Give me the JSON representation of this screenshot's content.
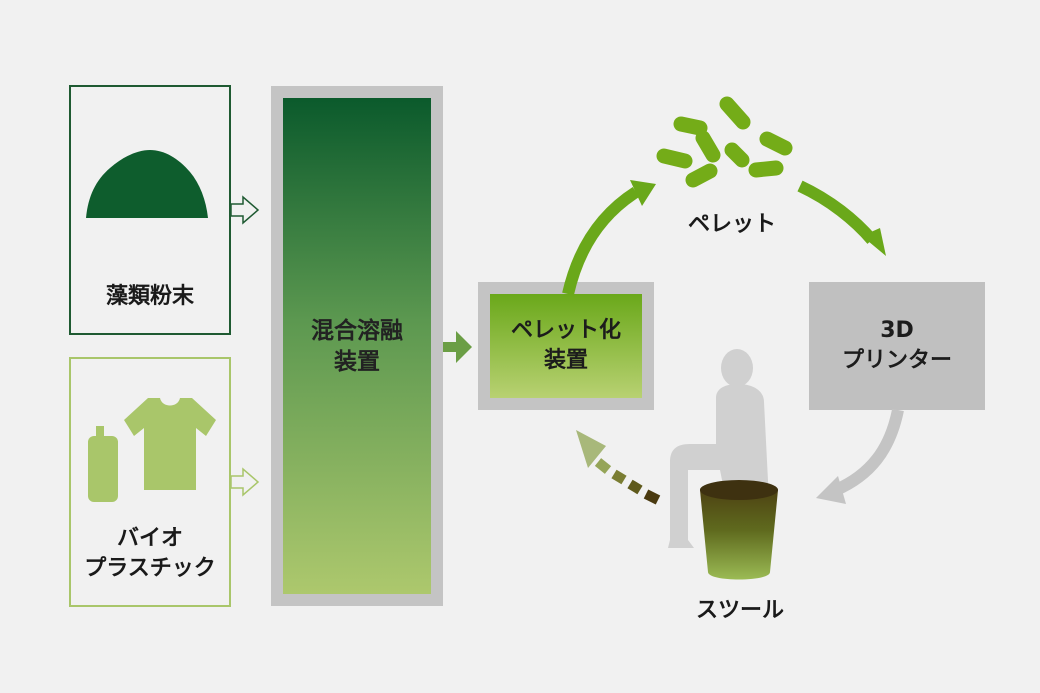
{
  "inputs": {
    "algae_label": "藻類粉末",
    "bioplastic_label": "バイオ\nプラスチック"
  },
  "process": {
    "mixer_label": "混合溶融\n装置",
    "pelletizer_label": "ペレット化\n装置",
    "pellet_label": "ペレット",
    "printer_label": "3D\nプリンター",
    "stool_label": "スツール"
  },
  "colors": {
    "background": "#f1f1f1",
    "dark_green": "#0b5a2c",
    "mid_green": "#5f9d43",
    "light_green": "#a9c66a",
    "bright_green": "#6aa81a",
    "gray_frame": "#c4c4c4",
    "printer_gray": "#c0c0c0",
    "brown": "#5a4212"
  }
}
